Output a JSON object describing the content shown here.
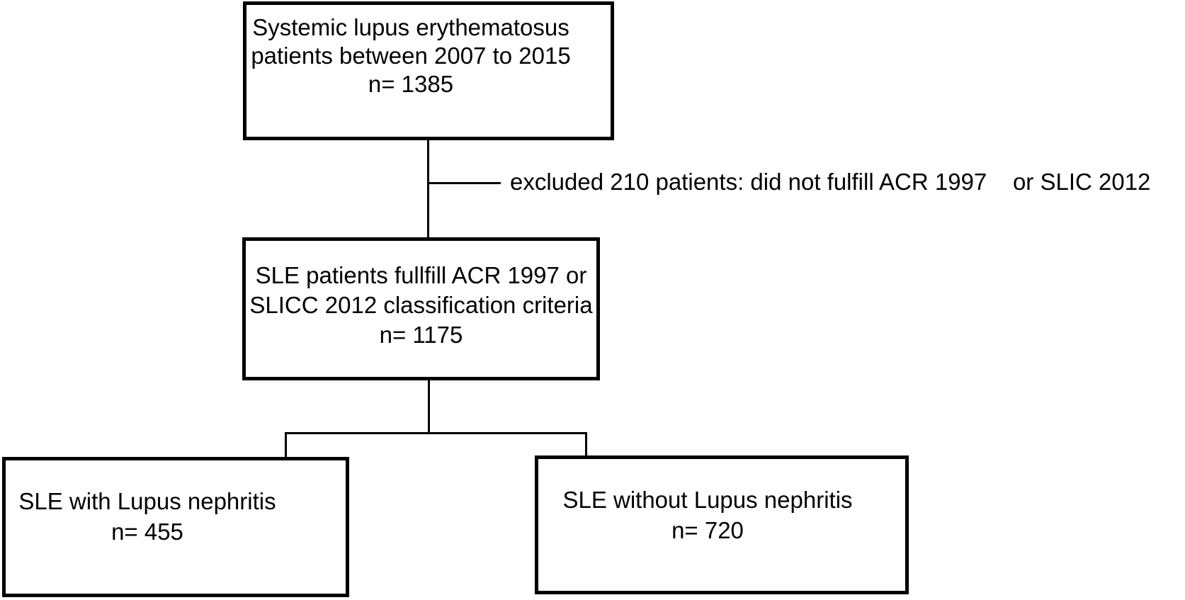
{
  "flowchart": {
    "nodes": {
      "total": {
        "lines": [
          "Systemic lupus erythematosus",
          "patients between 2007 to 2015",
          "n= 1385"
        ]
      },
      "criteria": {
        "lines": [
          "SLE patients fullfill ACR 1997 or",
          "SLICC 2012 classification criteria",
          "n= 1175"
        ]
      },
      "nephritis": {
        "lines": [
          "SLE with Lupus nephritis",
          "n= 455"
        ]
      },
      "no_nephritis": {
        "lines": [
          "SLE without Lupus nephritis",
          "n= 720"
        ]
      }
    },
    "exclusion": {
      "label": "excluded 210 patients: did not fulfill ACR 1997    or SLIC 2012"
    },
    "colors": {
      "line": "#000000",
      "background": "#ffffff",
      "text": "#000000"
    }
  }
}
